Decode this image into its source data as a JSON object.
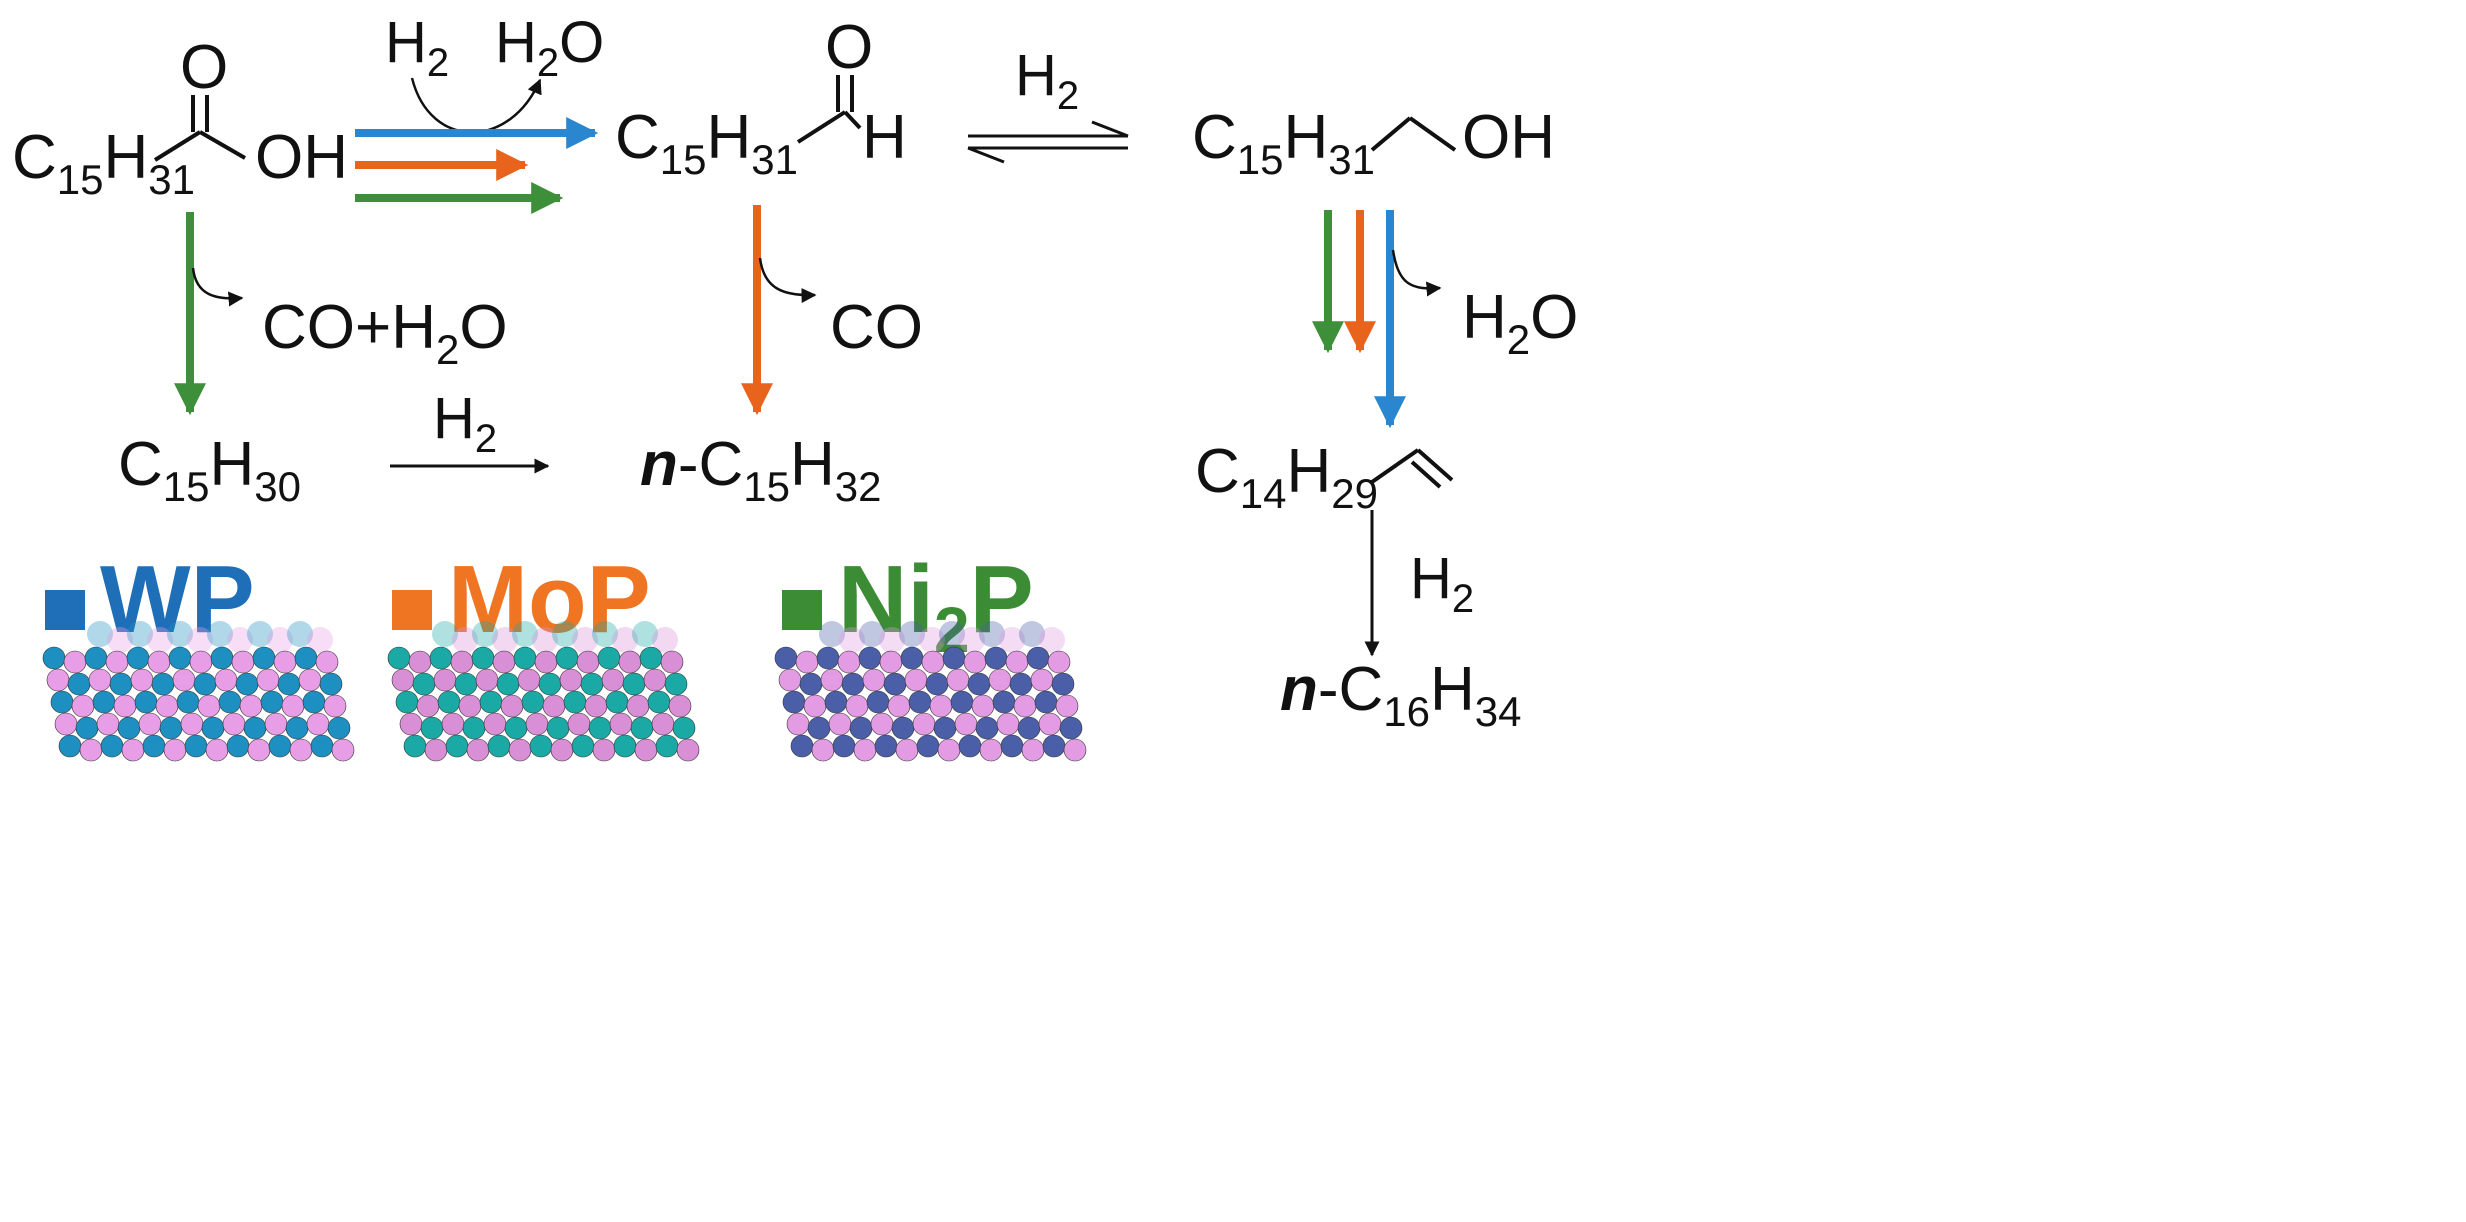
{
  "colors": {
    "wp": "#1f6fb8",
    "mop": "#ef7522",
    "ni2p": "#3b8c34",
    "ink": "#111111",
    "arrow_blue": "#2a86cf",
    "arrow_orange": "#e8641c",
    "arrow_green": "#3e8f3a"
  },
  "species": {
    "acid_c": "C",
    "acid_c_sub": "15",
    "acid_h": "H",
    "acid_h_sub": "31",
    "acid_o": "O",
    "acid_oh": "OH",
    "aldehyde_c": "C",
    "aldehyde_c_sub": "15",
    "aldehyde_h": "H",
    "aldehyde_h_sub": "31",
    "aldehyde_o": "O",
    "aldehyde_h_end": "H",
    "alcohol_c": "C",
    "alcohol_c_sub": "15",
    "alcohol_h": "H",
    "alcohol_h_sub": "31",
    "alcohol_oh": "OH",
    "alkene15_c": "C",
    "alkene15_c_sub": "15",
    "alkene15_h": "H",
    "alkene15_h_sub": "30",
    "alkane15_prefix": "n",
    "alkane15_dash": "-C",
    "alkane15_c_sub": "15",
    "alkane15_h": "H",
    "alkane15_h_sub": "32",
    "alkene16_c": "C",
    "alkene16_c_sub": "14",
    "alkene16_h": "H",
    "alkene16_h_sub": "29",
    "alkane16_prefix": "n",
    "alkane16_dash": "-C",
    "alkane16_c_sub": "16",
    "alkane16_h": "H",
    "alkane16_h_sub": "34"
  },
  "reagents": {
    "h2_top_left": "H",
    "h2_top_left_sub": "2",
    "h2o_top": "H",
    "h2o_top_sub": "2",
    "h2o_top_o": "O",
    "h2_equilibrium": "H",
    "h2_equilibrium_sub": "2",
    "co_h2o": "CO+H",
    "co_h2o_sub": "2",
    "co_h2o_o": "O",
    "co": "CO",
    "h2o_right": "H",
    "h2o_right_sub": "2",
    "h2o_right_o": "O",
    "h2_bottom": "H",
    "h2_bottom_sub": "2",
    "h2_right_bottom": "H",
    "h2_right_bottom_sub": "2"
  },
  "catalysts": [
    {
      "label": "WP",
      "label_sub": "",
      "label_end": "",
      "color": "#1f6fb8",
      "atom_a": "#e79ee6",
      "atom_b": "#1d8fc0"
    },
    {
      "label": "MoP",
      "label_sub": "",
      "label_end": "",
      "color": "#ef7522",
      "atom_a": "#d98fd6",
      "atom_b": "#1aa9a5"
    },
    {
      "label": "Ni",
      "label_sub": "2",
      "label_end": "P",
      "color": "#3b8c34",
      "atom_a": "#e39be3",
      "atom_b": "#4a5fa8"
    }
  ]
}
